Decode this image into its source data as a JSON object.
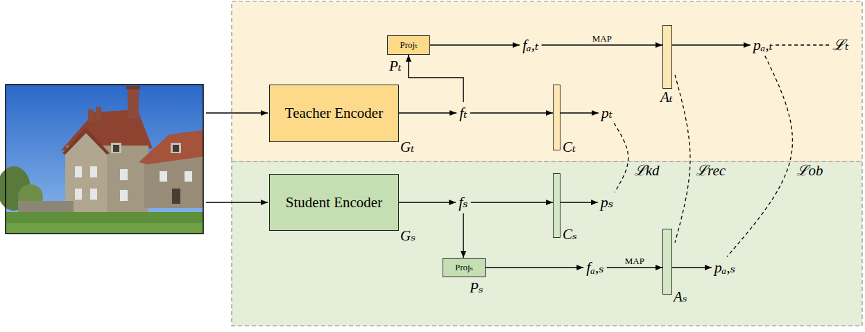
{
  "diagram": {
    "nodes": [
      {
        "text": [
          "Teacher Encoder",
          "Gₜ"
        ]
      },
      {
        "text": [
          "fₜ"
        ]
      },
      {
        "text": [
          "Projₜ",
          "Pₜ"
        ]
      },
      {
        "text": [
          "fₐ,ₜ"
        ]
      },
      {
        "text": [
          "Aₜ"
        ]
      },
      {
        "text": [
          "pₐ,ₜ"
        ]
      },
      {
        "text": [
          "ℒₜ"
        ]
      },
      {
        "text": [
          "Cₜ"
        ]
      },
      {
        "text": [
          "pₜ"
        ]
      },
      {
        "text": [
          "Student Encoder",
          "Gₛ"
        ]
      },
      {
        "text": [
          "fₛ"
        ]
      },
      {
        "text": [
          "Cₛ"
        ]
      },
      {
        "text": [
          "pₛ"
        ]
      },
      {
        "text": [
          "Projₛ",
          "Pₛ"
        ]
      },
      {
        "text": [
          "fₐ,ₛ"
        ]
      },
      {
        "text": [
          "Aₛ"
        ]
      },
      {
        "text": [
          "pₐ,ₛ"
        ]
      }
    ],
    "edges": [
      {
        "from": 0,
        "to": 1,
        "arrow": "to"
      },
      {
        "from": 1,
        "to": 2,
        "arrow": "to"
      },
      {
        "from": 2,
        "to": 3,
        "arrow": "to"
      },
      {
        "from": 3,
        "to": 4,
        "label": "MAP",
        "arrow": "to"
      },
      {
        "from": 4,
        "to": 5,
        "arrow": "to"
      },
      {
        "from": 5,
        "to": 6,
        "arrow": "none"
      },
      {
        "from": 1,
        "to": 7,
        "arrow": "to"
      },
      {
        "from": 7,
        "to": 8,
        "arrow": "to"
      },
      {
        "from": 8,
        "to": 12,
        "label": "ℒkd",
        "arrow": "none"
      },
      {
        "from": 4,
        "to": 15,
        "label": "ℒrec",
        "arrow": "none"
      },
      {
        "from": 5,
        "to": 16,
        "label": "ℒob",
        "arrow": "none"
      },
      {
        "from": 9,
        "to": 10,
        "arrow": "to"
      },
      {
        "from": 10,
        "to": 11,
        "arrow": "to"
      },
      {
        "from": 11,
        "to": 12,
        "arrow": "to"
      },
      {
        "from": 10,
        "to": 13,
        "arrow": "to"
      },
      {
        "from": 13,
        "to": 14,
        "arrow": "to"
      },
      {
        "from": 14,
        "to": 15,
        "label": "MAP",
        "arrow": "to"
      },
      {
        "from": 15,
        "to": 16,
        "arrow": "to"
      }
    ]
  }
}
